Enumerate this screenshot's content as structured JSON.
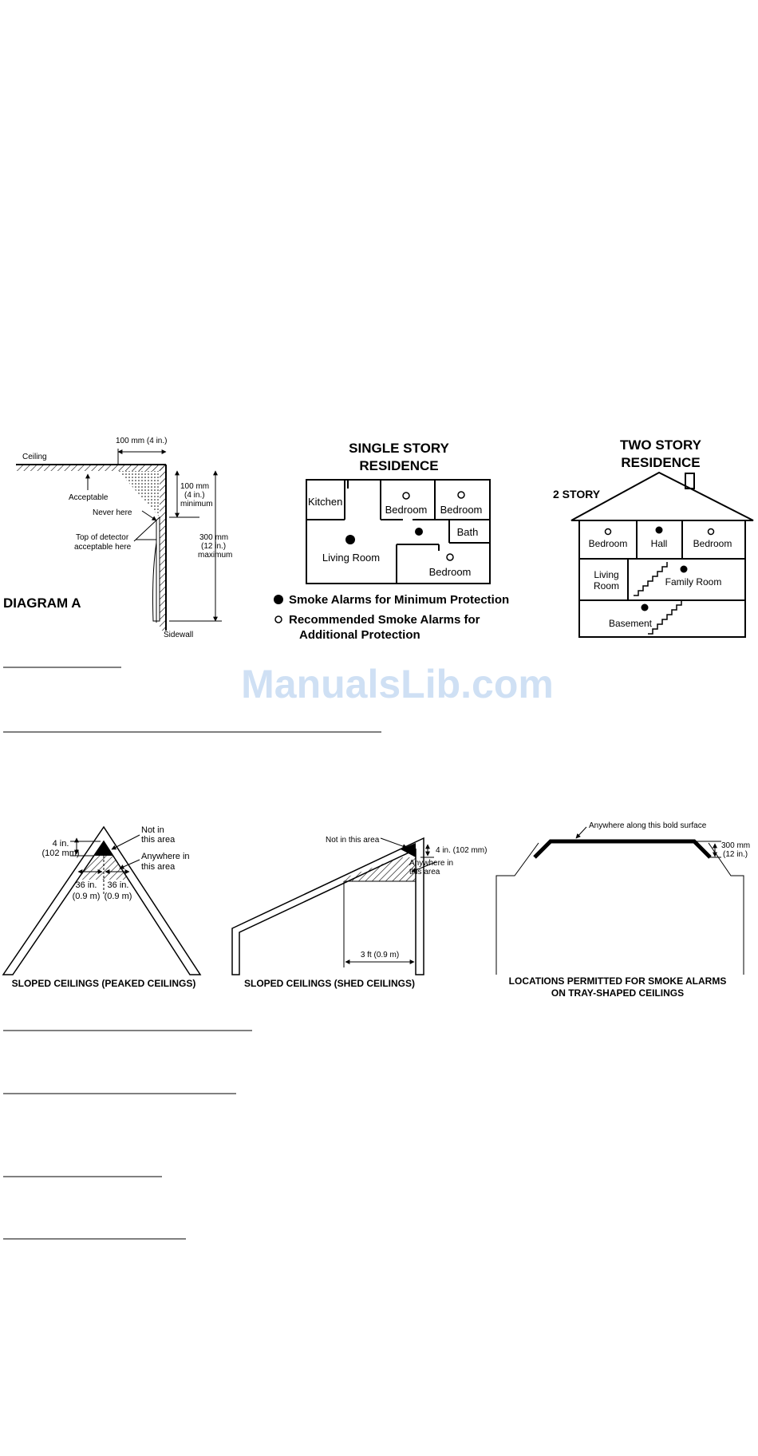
{
  "diagram_a": {
    "label": "DIAGRAM A",
    "ceiling": "Ceiling",
    "sidewall": "Sidewall",
    "width_dim": "100 mm (4 in.)",
    "min_l1": "100 mm",
    "min_l2": "(4 in.)",
    "min_l3": "minimum",
    "max_l1": "300 mm",
    "max_l2": "(12 in.)",
    "max_l3": "maximum",
    "acceptable": "Acceptable",
    "never_here": "Never here",
    "top_l1": "Top of detector",
    "top_l2": "acceptable here"
  },
  "single_story": {
    "title_l1": "SINGLE STORY",
    "title_l2": "RESIDENCE",
    "rooms": [
      "Kitchen",
      "Bedroom",
      "Bedroom",
      "Bath",
      "Living Room",
      "Bedroom"
    ],
    "legend_min": "Smoke Alarms for Minimum Protection",
    "legend_rec_l1": "Recommended Smoke Alarms for",
    "legend_rec_l2": "Additional Protection"
  },
  "two_story": {
    "title_l1": "TWO STORY",
    "title_l2": "RESIDENCE",
    "story_label": "2 STORY",
    "rooms": [
      "Bedroom",
      "Hall",
      "Bedroom",
      "Living",
      "Room",
      "Family Room",
      "Basement"
    ]
  },
  "peaked": {
    "caption": "SLOPED CEILINGS (PEAKED CEILINGS)",
    "dim_l1": "4 in.",
    "dim_l2": "(102 mm)",
    "not_l1": "Not in",
    "not_l2": "this area",
    "any_l1": "Anywhere in",
    "any_l2": "this area",
    "left_l1": "36 in.",
    "left_l2": "(0.9 m)",
    "right_l1": "36 in.",
    "right_l2": "(0.9 m)"
  },
  "shed": {
    "caption": "SLOPED CEILINGS (SHED CEILINGS)",
    "not_area": "Not in this area",
    "dim": "4 in. (102 mm)",
    "any_l1": "Anywhere in",
    "any_l2": "this area",
    "bottom_dim": "3 ft (0.9 m)"
  },
  "tray": {
    "caption_l1": "LOCATIONS PERMITTED FOR SMOKE ALARMS",
    "caption_l2": "ON TRAY-SHAPED CEILINGS",
    "surface": "Anywhere along this bold surface",
    "dim_l1": "300 mm",
    "dim_l2": "(12 in.)"
  },
  "watermark": "ManualsLib.com"
}
